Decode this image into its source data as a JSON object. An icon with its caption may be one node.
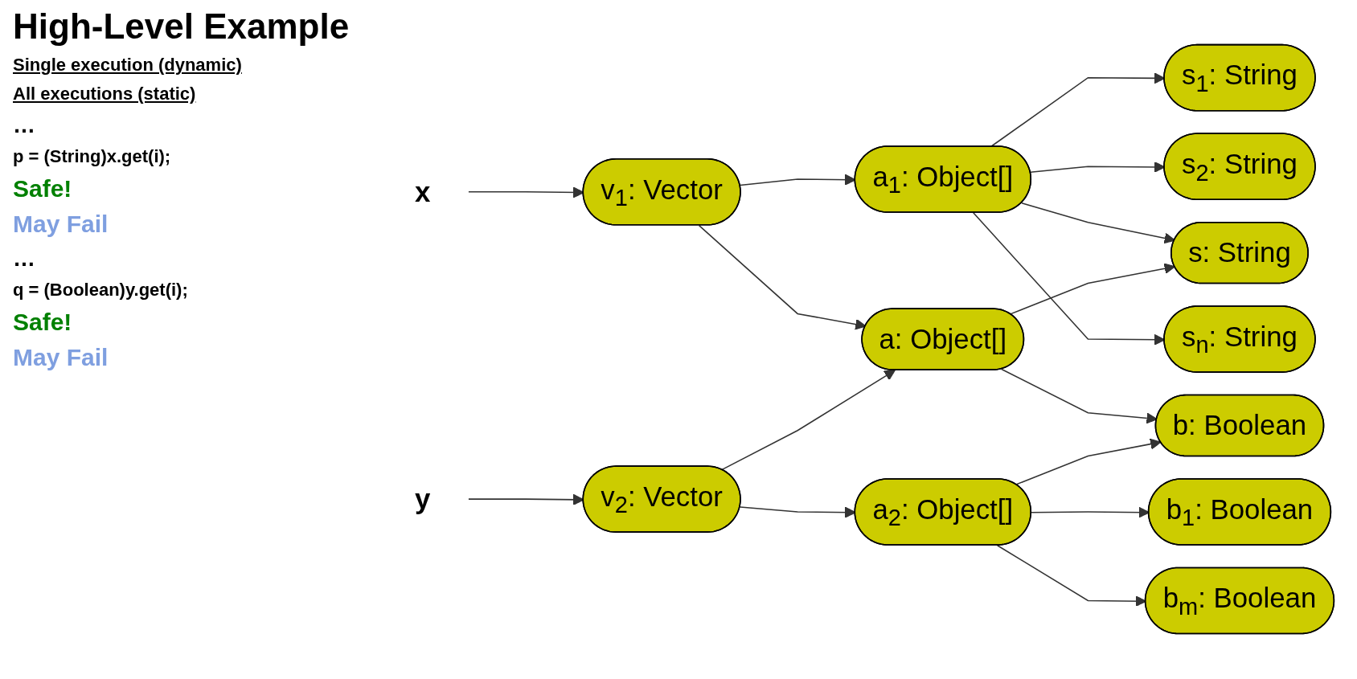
{
  "diagram": {
    "title": "High-Level Example",
    "nodes": [
      {
        "text": [
          "x"
        ]
      },
      {
        "text": [
          "v$_{1}$: Vector"
        ]
      },
      {
        "text": [
          "a$_{1}$: Object[]"
        ]
      },
      {
        "text": [
          "s$_{1}$: String"
        ]
      },
      {
        "text": [
          "s$_{2}$: String"
        ]
      },
      {
        "text": [
          "s: String"
        ]
      },
      {
        "text": [
          "s$_{n}$: String"
        ]
      },
      {
        "text": [
          "a: Object[]"
        ]
      },
      {
        "text": [
          "b$_{1}$: Boolean"
        ]
      },
      {
        "text": [
          "b: Boolean"
        ]
      },
      {
        "text": [
          "y"
        ]
      },
      {
        "text": [
          "v$_{2}$: Vector"
        ]
      },
      {
        "text": [
          "a$_{2}$: Object[]"
        ]
      },
      {
        "text": [
          "b$_{m}$: Boolean"
        ]
      }
    ],
    "edges": [
      {
        "from": 0,
        "to": 1,
        "arrow": "to"
      },
      {
        "from": 1,
        "to": 2,
        "arrow": "to"
      },
      {
        "from": 1,
        "to": 7,
        "arrow": "to"
      },
      {
        "from": 2,
        "to": 3,
        "arrow": "to"
      },
      {
        "from": 2,
        "to": 4,
        "arrow": "to"
      },
      {
        "from": 2,
        "to": 5,
        "arrow": "to"
      },
      {
        "from": 2,
        "to": 6,
        "arrow": "to"
      },
      {
        "from": 7,
        "to": 5,
        "arrow": "to"
      },
      {
        "from": 7,
        "to": 9,
        "arrow": "to"
      },
      {
        "from": 10,
        "to": 11,
        "arrow": "to"
      },
      {
        "from": 11,
        "to": 7,
        "arrow": "to"
      },
      {
        "from": 11,
        "to": 12,
        "arrow": "to"
      },
      {
        "from": 12,
        "to": 8,
        "arrow": "to"
      },
      {
        "from": 12,
        "to": 9,
        "arrow": "to"
      },
      {
        "from": 12,
        "to": 13,
        "arrow": "to"
      }
    ],
    "labels": [
      "Single execution (dynamic)",
      "All executions (static)",
      "…",
      "p = (String)x.get(i);",
      "Safe!",
      "May Fail",
      "…",
      "q = (Boolean)y.get(i);",
      "Safe!",
      "May Fail"
    ]
  }
}
